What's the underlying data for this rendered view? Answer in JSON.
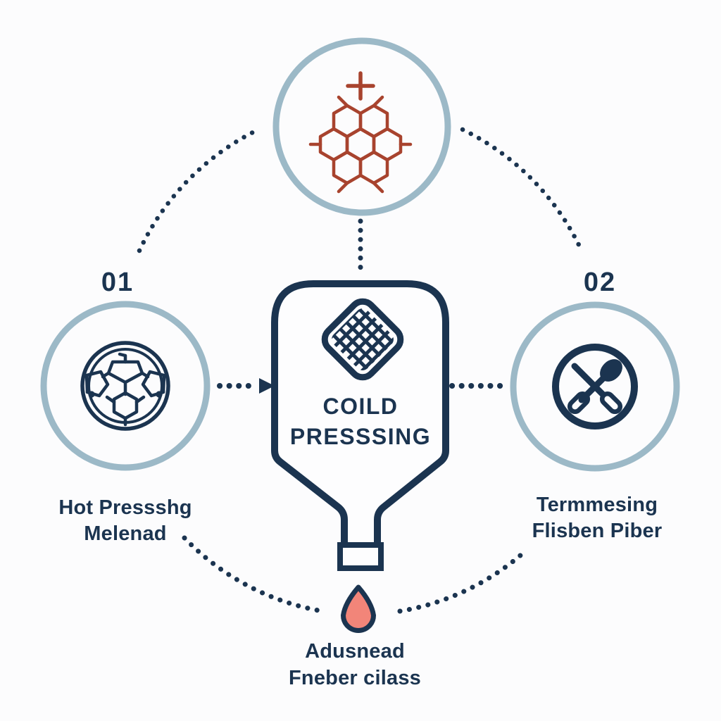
{
  "colors": {
    "navy": "#1b3450",
    "ring": "#9cb9c7",
    "red": "#a8432e",
    "salmon": "#f28579",
    "bg": "#fcfcfd",
    "flask_fill": "#fdfdfe"
  },
  "diagram": {
    "center": {
      "title_line1": "COILD",
      "title_line2": "PRESSSING",
      "icon": "mesh-sieve-icon"
    },
    "top": {
      "icon": "hexagon-molecule-icon"
    },
    "left": {
      "number": "01",
      "label_line1": "Hot Pressshg",
      "label_line2": "Melenad",
      "icon": "molecule-circle-icon"
    },
    "right": {
      "number": "02",
      "label_line1": "Termmesing",
      "label_line2": "Flisben Piber",
      "icon": "crossed-utensils-icon"
    },
    "bottom": {
      "label_line1": "Adusnead",
      "label_line2": "Fneber cilass",
      "icon": "oil-drop-icon"
    }
  }
}
